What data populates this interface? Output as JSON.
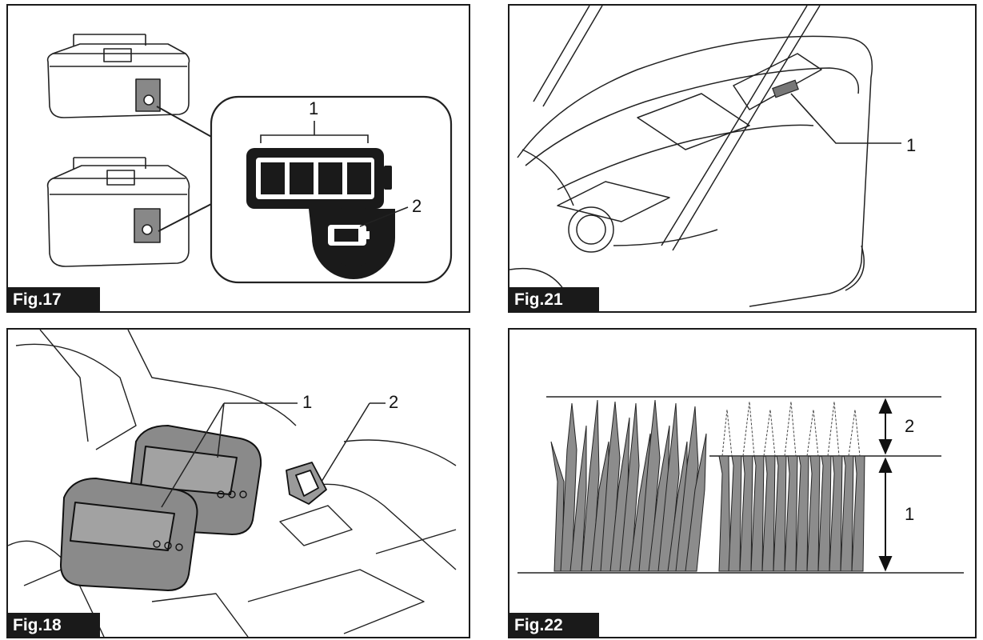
{
  "figures": {
    "fig17": {
      "label": "Fig.17",
      "callouts": [
        "1",
        "2"
      ]
    },
    "fig21": {
      "label": "Fig.21",
      "callouts": [
        "1"
      ]
    },
    "fig18": {
      "label": "Fig.18",
      "callouts": [
        "1",
        "2"
      ]
    },
    "fig22": {
      "label": "Fig.22",
      "callouts": [
        "2",
        "1"
      ]
    }
  }
}
